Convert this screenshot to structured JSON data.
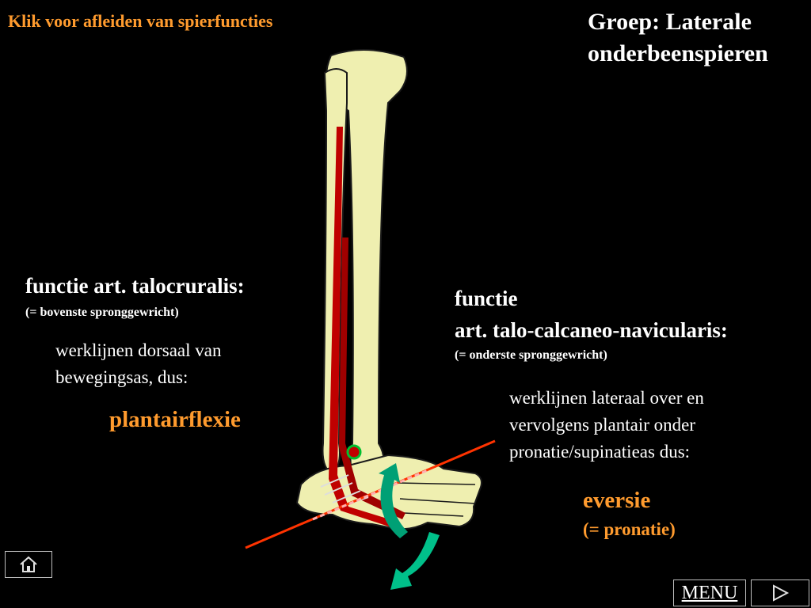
{
  "header": {
    "link_label": "Klik voor afleiden van spierfuncties",
    "group_title": "Groep: Laterale onderbeenspieren"
  },
  "left_panel": {
    "heading": "functie art. talocruralis:",
    "subheading": "(= bovenste spronggewricht)",
    "body": "werklijnen dorsaal van bewegingsas, dus:",
    "result": "plantairflexie"
  },
  "right_panel": {
    "heading_line1": "functie",
    "heading_line2": "art. talo-calcaneo-navicularis:",
    "subheading": "(= onderste spronggewricht)",
    "body": "werklijnen lateraal over en vervolgens plantair onder pronatie/supinatieas dus:",
    "result": "eversie",
    "result_note": "(= pronatie)"
  },
  "navigation": {
    "home_icon": "home-icon",
    "menu_label": "MENU",
    "next_icon": "play-triangle-icon"
  },
  "colors": {
    "background": "#000000",
    "highlight": "#ff9b2e",
    "bone": "#efefb0",
    "muscle": "#c00000",
    "axis": "#ff3300",
    "rotation_arrow": "#00c08a"
  }
}
